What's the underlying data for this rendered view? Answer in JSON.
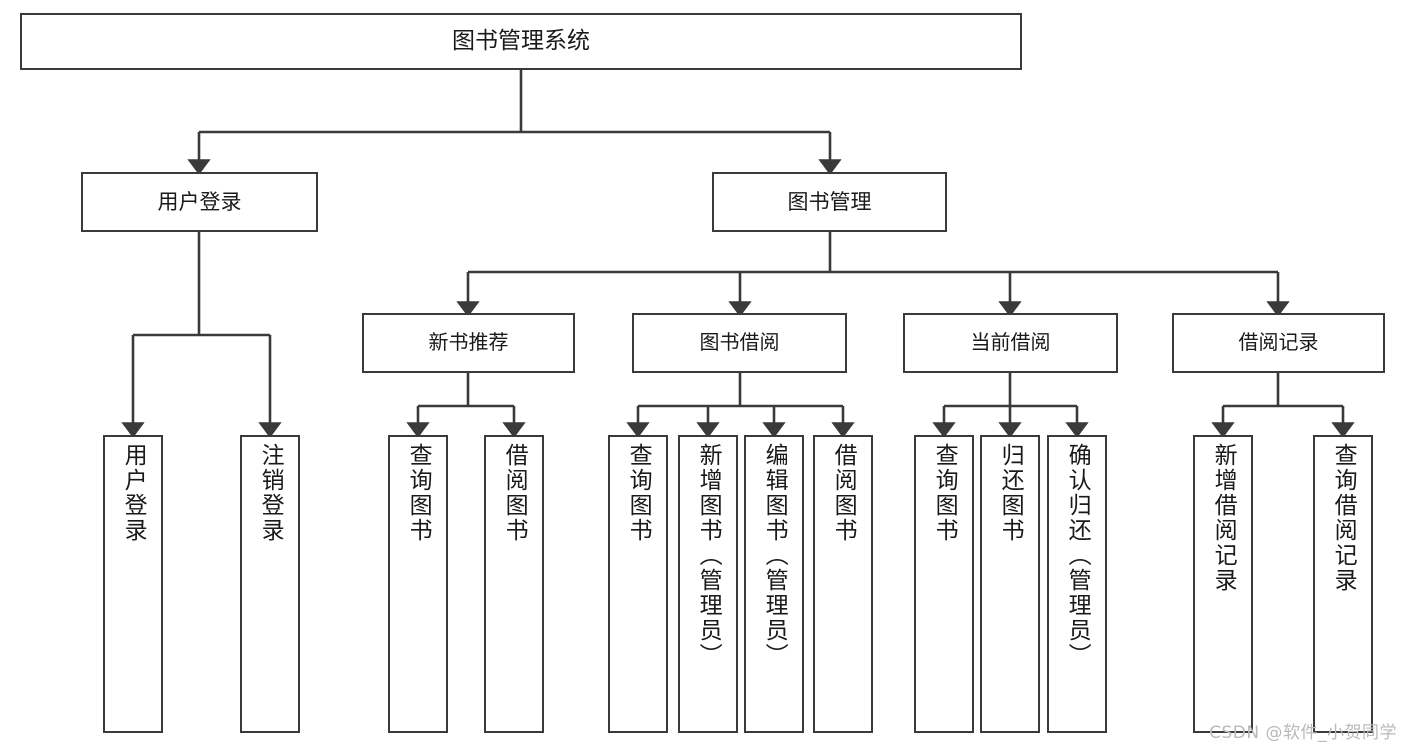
{
  "diagram": {
    "title": "图书管理系统",
    "type": "tree",
    "root": {
      "label": "图书管理系统"
    },
    "level1": [
      {
        "label": "用户登录"
      },
      {
        "label": "图书管理"
      }
    ],
    "level2": [
      {
        "label": "新书推荐"
      },
      {
        "label": "图书借阅"
      },
      {
        "label": "当前借阅"
      },
      {
        "label": "借阅记录"
      }
    ],
    "leaves": {
      "user_login": [
        {
          "label": "用户登录"
        },
        {
          "label": "注销登录"
        }
      ],
      "new_book_recommend": [
        {
          "label": "查询图书"
        },
        {
          "label": "借阅图书"
        }
      ],
      "book_borrow": [
        {
          "label": "查询图书"
        },
        {
          "label": "新增图书（管理员）"
        },
        {
          "label": "编辑图书（管理员）"
        },
        {
          "label": "借阅图书"
        }
      ],
      "current_borrow": [
        {
          "label": "查询图书"
        },
        {
          "label": "归还图书"
        },
        {
          "label": "确认归还（管理员）"
        }
      ],
      "borrow_record": [
        {
          "label": "新增借阅记录"
        },
        {
          "label": "查询借阅记录"
        }
      ]
    }
  },
  "watermark": {
    "text": "CSDN @软件_小贺同学"
  },
  "colors": {
    "background": "#ffffff",
    "stroke": "#3a3a3a",
    "text": "#1a1a1a",
    "watermark": "#b9b9b9"
  }
}
